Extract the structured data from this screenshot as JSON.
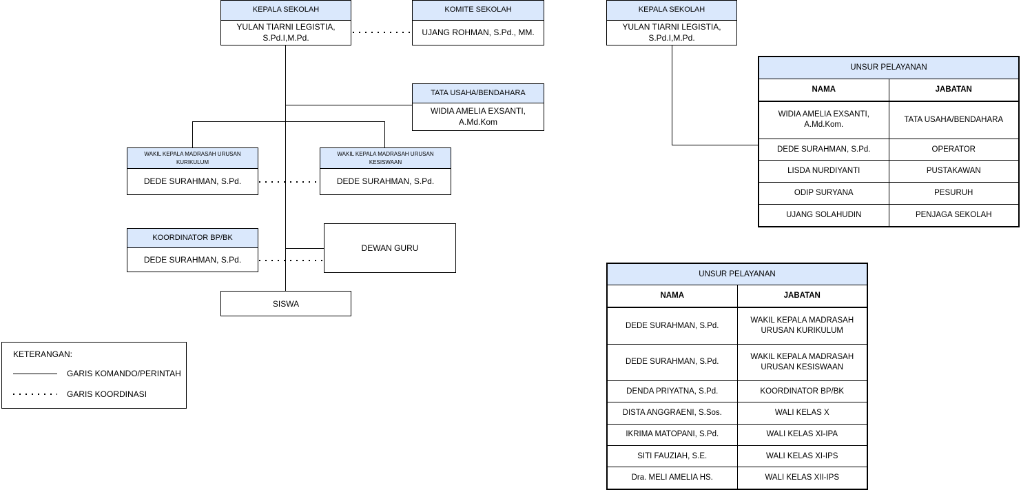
{
  "colors": {
    "header_fill": "#dae8fc",
    "border": "#000000",
    "background": "#ffffff"
  },
  "left_chart": {
    "kepala_sekolah": {
      "header": "KEPALA SEKOLAH",
      "name": "YULAN TIARNI LEGISTIA, S.Pd.I,M.Pd."
    },
    "komite_sekolah": {
      "header": "KOMITE SEKOLAH",
      "name": "UJANG ROHMAN, S.Pd., MM."
    },
    "tata_usaha": {
      "header": "TATA USAHA/BENDAHARA",
      "name": "WIDIA AMELIA EXSANTI, A.Md.Kom"
    },
    "wakil_kurikulum": {
      "header": "WAKIL KEPALA MADRASAH URUSAN KURIKULUM",
      "name": "DEDE SURAHMAN, S.Pd."
    },
    "wakil_kesiswaan": {
      "header": "WAKIL KEPALA MADRASAH URUSAN KESISWAAN",
      "name": "DEDE SURAHMAN, S.Pd."
    },
    "koordinator_bpbk": {
      "header": "KOORDINATOR BP/BK",
      "name": "DEDE SURAHMAN, S.Pd."
    },
    "dewan_guru": {
      "label": "DEWAN GURU"
    },
    "siswa": {
      "label": "SISWA"
    }
  },
  "legend": {
    "title": "KETERANGAN:",
    "items": [
      {
        "style": "solid",
        "label": "GARIS KOMANDO/PERINTAH"
      },
      {
        "style": "dotted",
        "label": "GARIS KOORDINASI"
      }
    ]
  },
  "right_chart": {
    "kepala_sekolah": {
      "header": "KEPALA SEKOLAH",
      "name": "YULAN TIARNI LEGISTIA, S.Pd.I,M.Pd."
    }
  },
  "table_staff": {
    "title": "UNSUR PELAYANAN",
    "columns": [
      "NAMA",
      "JABATAN"
    ],
    "rows": [
      [
        "WIDIA AMELIA EXSANTI, A.Md.Kom.",
        "TATA USAHA/BENDAHARA"
      ],
      [
        "DEDE SURAHMAN, S.Pd.",
        "OPERATOR"
      ],
      [
        "LISDA NURDIYANTI",
        "PUSTAKAWAN"
      ],
      [
        "ODIP SURYANA",
        "PESURUH"
      ],
      [
        "UJANG SOLAHUDIN",
        "PENJAGA SEKOLAH"
      ]
    ]
  },
  "table_teachers": {
    "title": "UNSUR PELAYANAN",
    "columns": [
      "NAMA",
      "JABATAN"
    ],
    "rows": [
      [
        "DEDE SURAHMAN, S.Pd.",
        "WAKIL KEPALA MADRASAH URUSAN KURIKULUM"
      ],
      [
        "DEDE SURAHMAN, S.Pd.",
        "WAKIL KEPALA MADRASAH URUSAN KESISWAAN"
      ],
      [
        "DENDA PRIYATNA, S.Pd.",
        "KOORDINATOR BP/BK"
      ],
      [
        "DISTA ANGGRAENI, S.Sos.",
        "WALI KELAS X"
      ],
      [
        "IKRIMA MATOPANI, S.Pd.",
        "WALI KELAS XI-IPA"
      ],
      [
        "SITI FAUZIAH, S.E.",
        "WALI KELAS XI-IPS"
      ],
      [
        "Dra. MELI AMELIA HS.",
        "WALI KELAS XII-IPS"
      ]
    ]
  }
}
